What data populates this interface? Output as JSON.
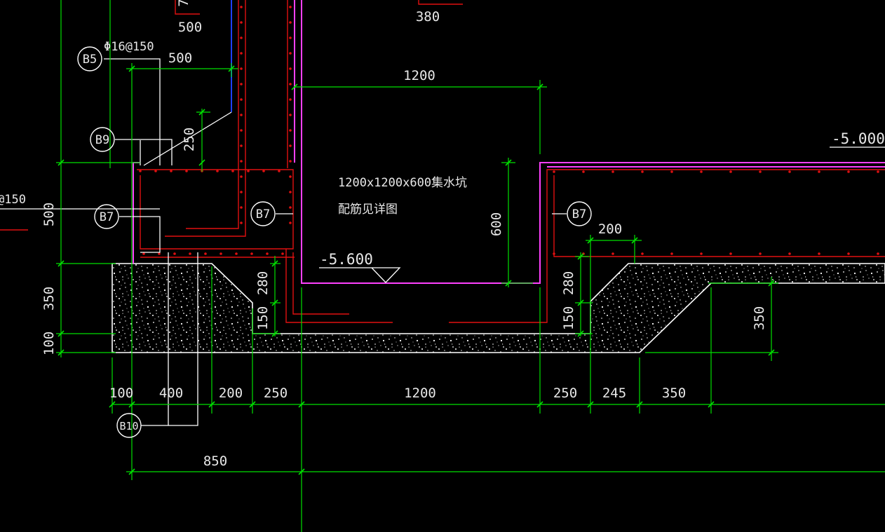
{
  "colors": {
    "background": "#000000",
    "dimension": "#00e000",
    "rebar": "#e01010",
    "wall_outline": "#ff40ff",
    "concrete_outline": "#ffffff",
    "text": "#e8e8e8",
    "blue_line": "#2040ff"
  },
  "tags": {
    "b5": "B5",
    "b9": "B9",
    "b7_left": "B7",
    "b7_mid": "B7",
    "b7_right": "B7",
    "b10": "B10"
  },
  "notes": {
    "rebar_b5": "Φ16@150",
    "rebar_left_cut": "@150",
    "pit_title": "1200x1200x600集水坑",
    "pit_detail": "配筋见详图"
  },
  "levels": {
    "pit_bottom": "-5.600",
    "slab_top": "-5.000"
  },
  "dims": {
    "top_500": "500",
    "top_380": "380",
    "top_7": "7",
    "b5_500": "500",
    "pit_width_top": "1200",
    "v_250": "250",
    "v_500": "500",
    "v_600": "600",
    "v_280_left": "280",
    "v_150_left": "150",
    "v_350_left": "350",
    "v_100_left": "100",
    "v_280_right": "280",
    "v_150_right": "150",
    "v_350_right": "350",
    "h_200_right": "200",
    "b_100": "100",
    "b_400": "400",
    "b_200": "200",
    "b_250_left": "250",
    "b_1200": "1200",
    "b_250_right": "250",
    "b_245": "245",
    "b_350": "350",
    "b_850": "850"
  }
}
